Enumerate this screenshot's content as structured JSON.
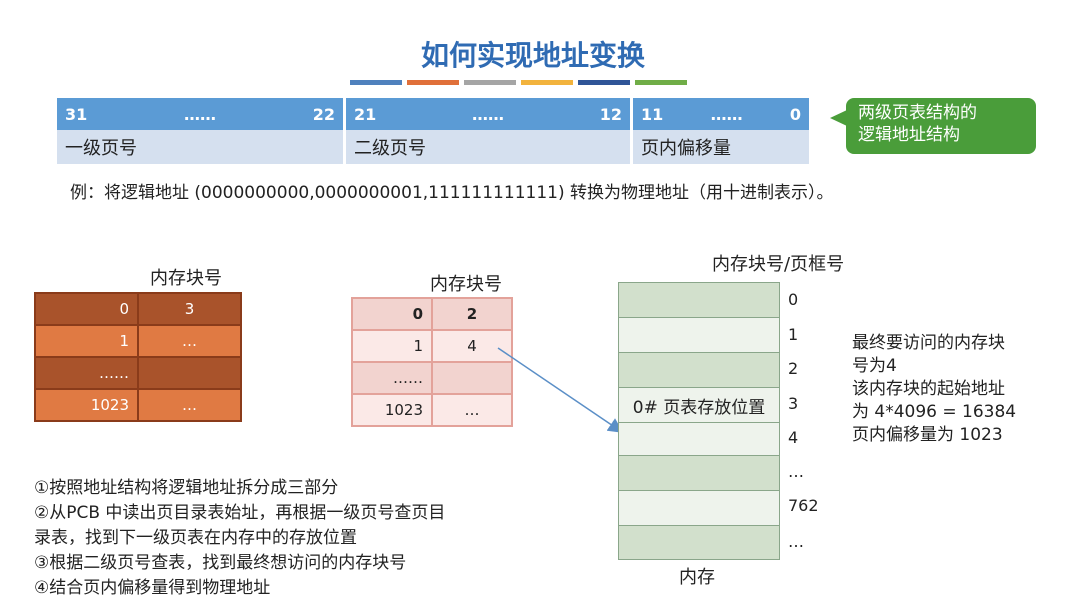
{
  "title": "如何实现地址变换",
  "stripe_colors": [
    "#4f81bd",
    "#e0703a",
    "#a5a5a5",
    "#f2b33d",
    "#2f5597",
    "#70ad47"
  ],
  "address_structure": {
    "segments": [
      {
        "left_bit": "31",
        "dots": "……",
        "right_bit": "22",
        "label": "一级页号"
      },
      {
        "left_bit": "21",
        "dots": "……",
        "right_bit": "12",
        "label": "二级页号"
      },
      {
        "left_bit": "11",
        "dots": "……",
        "right_bit": "0",
        "label": "页内偏移量"
      }
    ]
  },
  "callout": {
    "line1": "两级页表结构的",
    "line2": "逻辑地址结构"
  },
  "example_text": "例：将逻辑地址 (0000000000,0000000001,111111111111) 转换为物理地址（用十进制表示）。",
  "table1": {
    "header": "内存块号",
    "rows": [
      {
        "idx": "0",
        "val": "3"
      },
      {
        "idx": "1",
        "val": "…"
      },
      {
        "idx": "……",
        "val": ""
      },
      {
        "idx": "1023",
        "val": "…"
      }
    ]
  },
  "table2": {
    "header": "内存块号",
    "rows": [
      {
        "idx": "0",
        "val": "2"
      },
      {
        "idx": "1",
        "val": "4"
      },
      {
        "idx": "……",
        "val": ""
      },
      {
        "idx": "1023",
        "val": "…"
      }
    ]
  },
  "memory": {
    "header": "内存块号/页框号",
    "footer": "内存",
    "highlight_label": "0# 页表存放位置",
    "indices": [
      "0",
      "1",
      "2",
      "3",
      "4",
      "…",
      "762",
      "…"
    ]
  },
  "note": {
    "line1": "最终要访问的内存块",
    "line2": "号为4",
    "line3": "该内存块的起始地址",
    "line4": "为 4*4096 = 16384",
    "line5": "页内偏移量为 1023"
  },
  "steps": [
    "①按照地址结构将逻辑地址拆分成三部分",
    "②从PCB 中读出页目录表始址，再根据一级页号查页目",
    "录表，找到下一级页表在内存中的存放位置",
    "③根据二级页号查表，找到最终想访问的内存块号",
    "④结合页内偏移量得到物理地址"
  ]
}
